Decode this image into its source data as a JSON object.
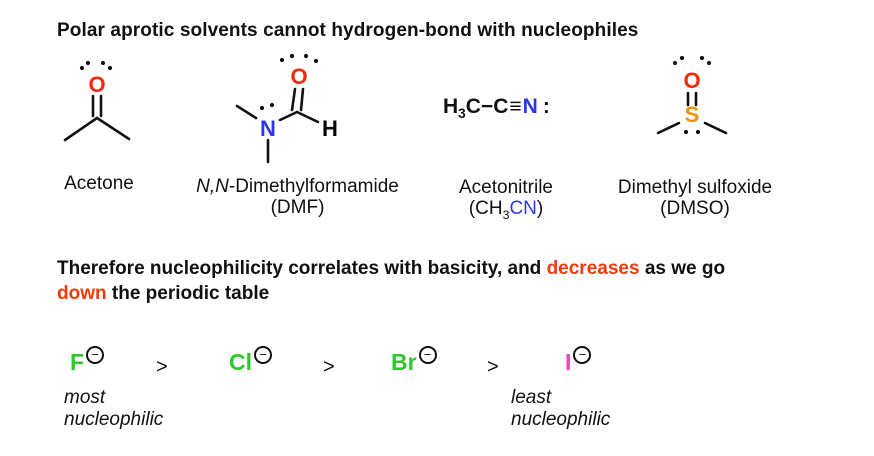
{
  "title": "Polar aprotic solvents cannot hydrogen-bond with nucleophiles",
  "colors": {
    "red_accent": "#f23a0e",
    "atom_oxygen": "#ee2d0e",
    "atom_nitrogen": "#2b37e8",
    "atom_sulfur": "#f29100",
    "halide_green": "#2ec82e",
    "halide_pink": "#fb40b7",
    "text_black": "#111111"
  },
  "solvents": {
    "acetone": {
      "name": "Acetone",
      "oxygen": "O"
    },
    "dmf": {
      "name_italic": "N,N",
      "name_rest": "-Dimethylformamide",
      "abbrev": "(DMF)",
      "oxygen": "O",
      "nitrogen": "N",
      "hydrogen": "H"
    },
    "acetonitrile": {
      "name": "Acetonitrile",
      "formula": {
        "h": "H",
        "sub3": "3",
        "c_bond_c": "C−C",
        "triple": "≡",
        "n": "N",
        "lone_pair": ":"
      },
      "abbrev": {
        "open": "(CH",
        "sub3": "3",
        "cn": "CN",
        "close": ")"
      }
    },
    "dmso": {
      "name": "Dimethyl sulfoxide",
      "abbrev": "(DMSO)",
      "oxygen": "O",
      "sulfur": "S"
    }
  },
  "heading2": {
    "line1_black": "Therefore nucleophilicity correlates with basicity, and",
    "line1_red": "decreases",
    "line1_tail": "as we go",
    "line2_red": "down",
    "line2_black": "the periodic table"
  },
  "halide_series": {
    "items": [
      {
        "symbol": "F",
        "charge": "−",
        "color": "#2ec82e"
      },
      {
        "symbol": "Cl",
        "charge": "−",
        "color": "#2ec82e"
      },
      {
        "symbol": "Br",
        "charge": "−",
        "color": "#2ec82e"
      },
      {
        "symbol": "I",
        "charge": "−",
        "color": "#fb40b7"
      }
    ],
    "greater_than": ">",
    "most_line1": "most",
    "most_line2": "nucleophilic",
    "least_line1": "least",
    "least_line2": "nucleophilic"
  }
}
